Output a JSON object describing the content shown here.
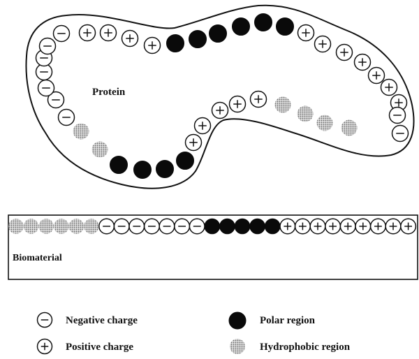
{
  "protein": {
    "label": "Protein",
    "beads": [
      "neg",
      "pos",
      "pos",
      "pos",
      "pos",
      "polar",
      "polar",
      "polar",
      "polar",
      "polar",
      "polar",
      "pos",
      "pos",
      "pos",
      "pos",
      "pos",
      "pos",
      "pos",
      "neg",
      "neg",
      "hydro",
      "hydro",
      "hydro",
      "hydro",
      "pos",
      "pos",
      "pos",
      "pos",
      "pos",
      "polar",
      "polar",
      "polar",
      "polar",
      "hydro",
      "hydro",
      "neg",
      "neg",
      "neg",
      "neg",
      "neg",
      "neg"
    ]
  },
  "biomaterial": {
    "label": "Biomaterial",
    "beads": [
      "hydro",
      "hydro",
      "hydro",
      "hydro",
      "hydro",
      "hydro",
      "neg",
      "neg",
      "neg",
      "neg",
      "neg",
      "neg",
      "neg",
      "polar",
      "polar",
      "polar",
      "polar",
      "polar",
      "pos",
      "pos",
      "pos",
      "pos",
      "pos",
      "pos",
      "pos",
      "pos",
      "pos"
    ]
  },
  "legend": [
    {
      "type": "neg",
      "label": "Negative charge"
    },
    {
      "type": "polar",
      "label": "Polar region"
    },
    {
      "type": "pos",
      "label": "Positive charge"
    },
    {
      "type": "hydro",
      "label": "Hydrophobic region"
    }
  ],
  "colors": {
    "polar": "#0a0a0a",
    "hydro": "#9a9a9a",
    "outline": "#111111"
  }
}
